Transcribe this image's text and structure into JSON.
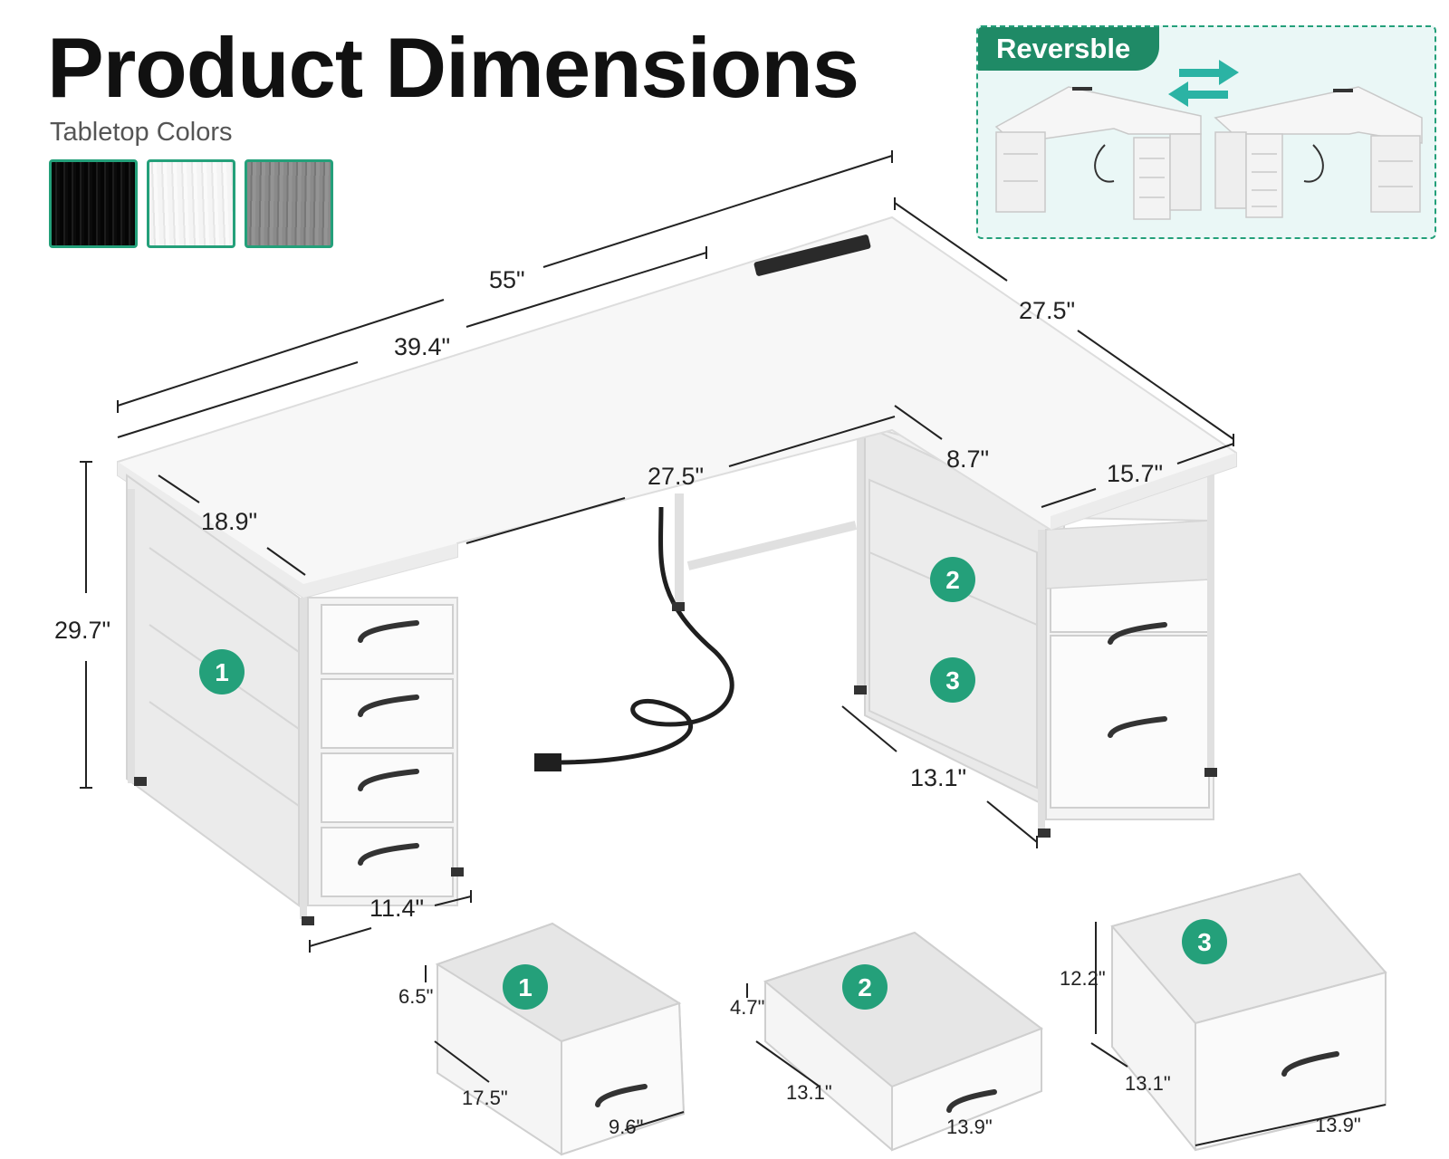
{
  "header": {
    "title": "Product Dimensions",
    "subtitle": "Tabletop Colors"
  },
  "swatches": [
    {
      "name": "black",
      "color": "#0b0b0b"
    },
    {
      "name": "white",
      "color": "#f2f2f2"
    },
    {
      "name": "gray",
      "color": "#888888"
    }
  ],
  "reversible": {
    "label": "Reversble",
    "accent": "#1f8a66",
    "arrow_color": "#2bb3a4"
  },
  "desk_dimensions": {
    "total_length": "55\"",
    "main_length": "39.4\"",
    "main_depth": "18.9\"",
    "height": "29.7\"",
    "inner_length": "27.5\"",
    "return_length": "27.5\"",
    "return_inner": "8.7\"",
    "return_depth": "15.7\"",
    "cabinet_width": "11.4\"",
    "file_cabinet_depth": "13.1\""
  },
  "drawers": [
    {
      "label": "1",
      "height": "6.5\"",
      "depth": "17.5\"",
      "width": "9.6\""
    },
    {
      "label": "2",
      "height": "4.7\"",
      "depth": "13.1\"",
      "width": "13.9\""
    },
    {
      "label": "3",
      "height": "12.2\"",
      "depth": "13.1\"",
      "width": "13.9\""
    }
  ],
  "badges": [
    "1",
    "2",
    "3"
  ],
  "colors": {
    "accent": "#24a07a",
    "text": "#1e1e1e",
    "panel": "#f3f3f3",
    "frame": "#e2e2e2"
  }
}
